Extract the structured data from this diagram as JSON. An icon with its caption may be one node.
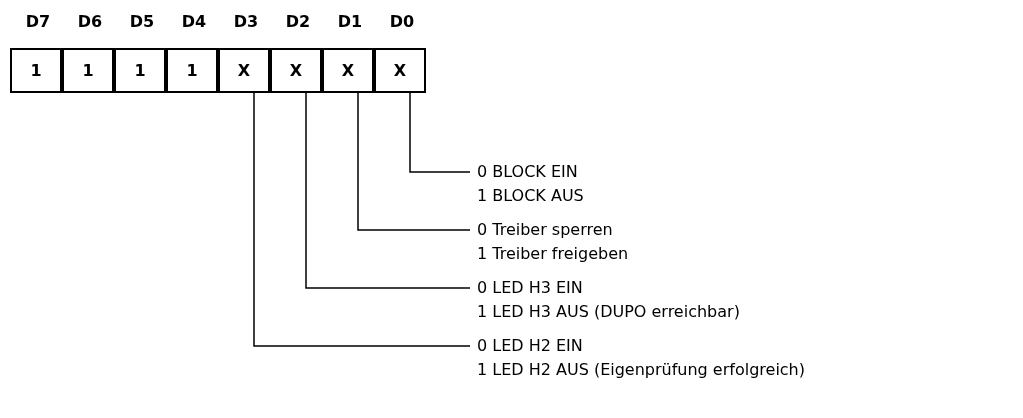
{
  "diagram": {
    "nodes": [
      {
        "text": [
          "D7",
          "1"
        ]
      },
      {
        "text": [
          "D6",
          "1"
        ]
      },
      {
        "text": [
          "D5",
          "1"
        ]
      },
      {
        "text": [
          "D4",
          "1"
        ]
      },
      {
        "text": [
          "D3",
          "X"
        ]
      },
      {
        "text": [
          "D2",
          "X"
        ]
      },
      {
        "text": [
          "D1",
          "X"
        ]
      },
      {
        "text": [
          "D0",
          "X"
        ]
      },
      {
        "text": [
          "0 BLOCK EIN",
          "1 BLOCK AUS"
        ]
      },
      {
        "text": [
          "0 Treiber sperren",
          "1 Treiber freigeben"
        ]
      },
      {
        "text": [
          "0 LED H3 EIN",
          "1 LED H3 AUS (DUPO erreichbar)"
        ]
      },
      {
        "text": [
          "0 LED H2 EIN",
          "1 LED H2 AUS (Eigenprüfung erfolgreich)"
        ]
      }
    ],
    "edges": [
      {
        "from": 7,
        "to": 8,
        "arrow": "none"
      },
      {
        "from": 6,
        "to": 9,
        "arrow": "none"
      },
      {
        "from": 5,
        "to": 10,
        "arrow": "none"
      },
      {
        "from": 4,
        "to": 11,
        "arrow": "none"
      }
    ]
  }
}
